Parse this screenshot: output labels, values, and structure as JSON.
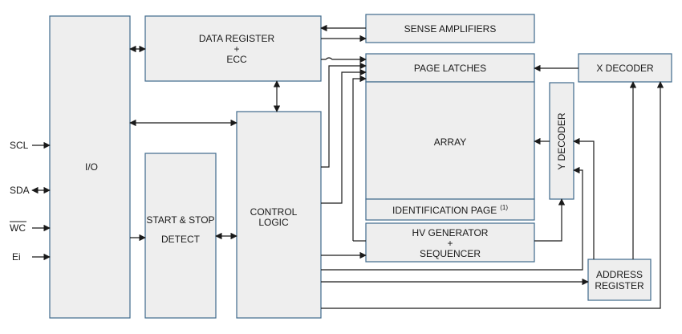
{
  "blocks": {
    "io": "I/O",
    "data_register": [
      "DATA REGISTER",
      "+",
      "ECC"
    ],
    "sense_amplifiers": "SENSE AMPLIFIERS",
    "page_latches": "PAGE LATCHES",
    "x_decoder": "X DECODER",
    "array": "ARRAY",
    "y_decoder": "Y DECODER",
    "identification_page": "IDENTIFICATION PAGE",
    "identification_note": "(1)",
    "start_stop": [
      "START & STOP",
      "DETECT"
    ],
    "control_logic": [
      "CONTROL",
      "LOGIC"
    ],
    "hv_generator": [
      "HV GENERATOR",
      "+",
      "SEQUENCER"
    ],
    "address_register": [
      "ADDRESS",
      "REGISTER"
    ]
  },
  "pins": [
    "SCL",
    "SDA",
    "WC",
    "Ei"
  ]
}
